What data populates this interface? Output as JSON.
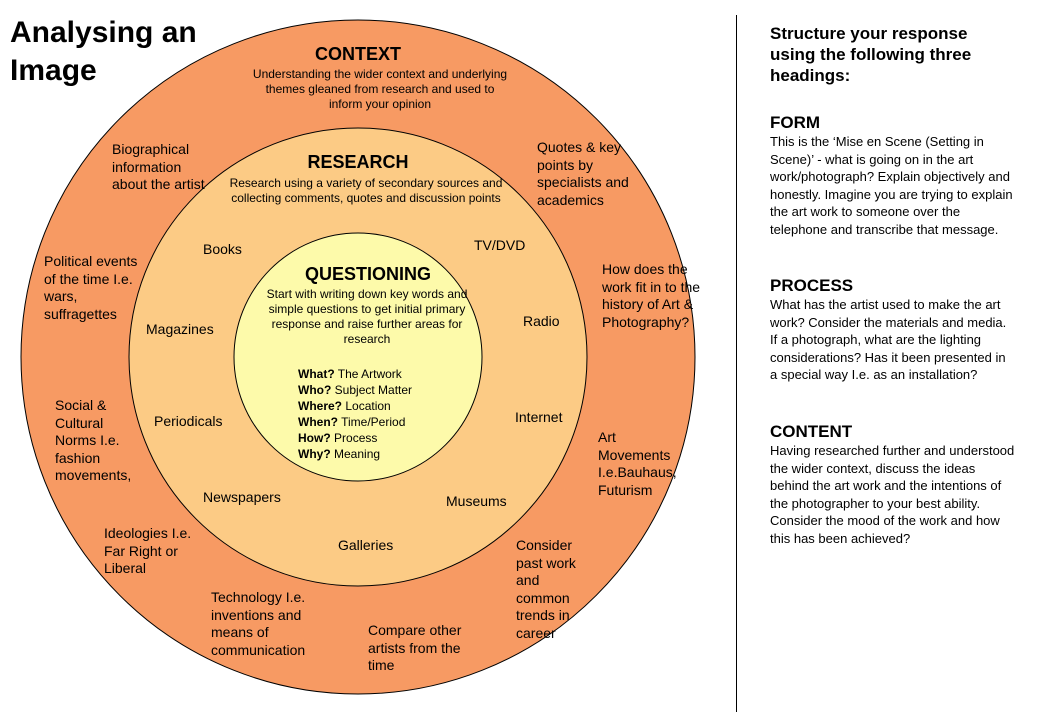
{
  "title": "Analysing an Image",
  "colors": {
    "outer": "#F79A63",
    "middle": "#FCCB85",
    "inner": "#FDFAAA",
    "stroke": "#000000"
  },
  "context": {
    "heading": "CONTEXT",
    "description": "Understanding the wider context and underlying themes gleaned from research and used to inform your opinion",
    "items": [
      "Biographical information about the artist",
      "Quotes & key points by specialists and academics",
      "Political events of the time I.e. wars, suffragettes",
      "How does the work fit in to the history of Art & Photography?",
      "Social & Cultural Norms I.e. fashion movements,",
      "Art Movements I.e.Bauhaus, Futurism",
      "Ideologies I.e. Far Right or Liberal",
      "Consider past work and common trends in career",
      "Technology I.e. inventions and means of communication",
      "Compare other artists from the time"
    ]
  },
  "research": {
    "heading": "RESEARCH",
    "description": "Research using a variety of secondary sources and collecting comments, quotes and discussion points",
    "items": [
      "Books",
      "TV/DVD",
      "Magazines",
      "Radio",
      "Periodicals",
      "Internet",
      "Newspapers",
      "Museums",
      "Galleries"
    ]
  },
  "questioning": {
    "heading": "QUESTIONING",
    "description": "Start with writing down key words and simple questions to get initial primary response and raise further areas for research",
    "questions": [
      {
        "q": "What?",
        "a": "The Artwork"
      },
      {
        "q": "Who?",
        "a": "Subject Matter"
      },
      {
        "q": "Where?",
        "a": "Location"
      },
      {
        "q": "When?",
        "a": "Time/Period"
      },
      {
        "q": "How?",
        "a": "Process"
      },
      {
        "q": "Why?",
        "a": "Meaning"
      }
    ]
  },
  "sidebar": {
    "intro": "Structure your response using the following three headings:",
    "sections": [
      {
        "heading": "FORM",
        "body": "This is the ‘Mise en Scene (Setting in Scene)’ - what is going on in the art work/photograph? Explain objectively and honestly. Imagine you are trying to explain the art work to someone over the telephone and transcribe that message."
      },
      {
        "heading": "PROCESS",
        "body": "What has the artist used to make the art work? Consider the materials and media. If a photograph, what are the lighting considerations? Has it been presented in a special way I.e. as an installation?"
      },
      {
        "heading": "CONTENT",
        "body": "Having researched further and understood the wider context, discuss the ideas behind the art work and the intentions of the photographer to your best ability. Consider the mood of the work and how this has been achieved?"
      }
    ]
  }
}
